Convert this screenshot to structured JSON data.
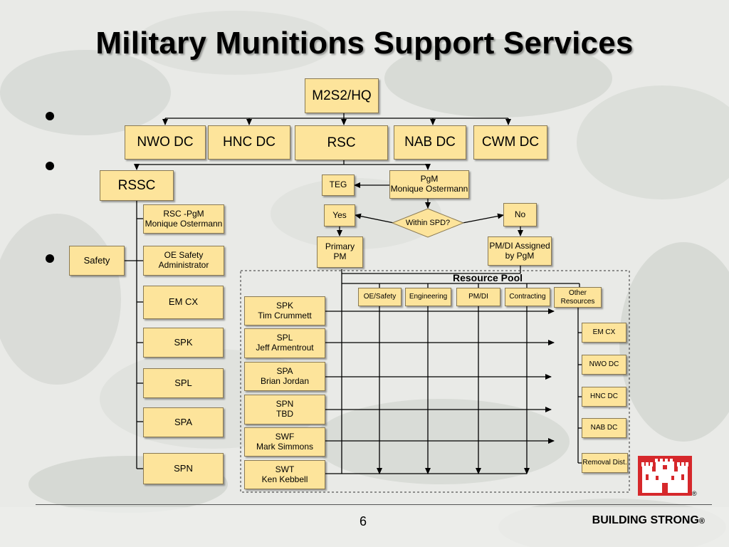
{
  "slide": {
    "title": "Military Munitions Support Services",
    "page_number": "6",
    "footer": "BUILDING STRONG",
    "footer_mark": "®",
    "logo_mark": "®"
  },
  "colors": {
    "box_fill": "#fde49b",
    "box_border": "#8a7a54",
    "logo_red": "#d6282b"
  },
  "org": {
    "hq": "M2S2/HQ",
    "top_row": [
      "NWO DC",
      "HNC DC",
      "RSC",
      "NAB DC",
      "CWM DC"
    ],
    "rssc": "RSSC",
    "rssc_children": [
      {
        "line1": "RSC -PgM",
        "line2": "Monique Ostermann"
      },
      {
        "line1": "OE Safety",
        "line2": "Administrator"
      },
      {
        "line1": "EM CX",
        "line2": ""
      },
      {
        "line1": "SPK",
        "line2": ""
      },
      {
        "line1": "SPL",
        "line2": ""
      },
      {
        "line1": "SPA",
        "line2": ""
      },
      {
        "line1": "SPN",
        "line2": ""
      }
    ],
    "safety": "Safety"
  },
  "flow": {
    "teg": "TEG",
    "pgm_line1": "PgM",
    "pgm_line2": "Monique Ostermann",
    "yes": "Yes",
    "no": "No",
    "decision": "Within SPD?",
    "primary_pm_line1": "Primary",
    "primary_pm_line2": "PM",
    "pmdi_line1": "PM/DI Assigned",
    "pmdi_line2": "by PgM"
  },
  "resource_pool": {
    "title": "Resource Pool",
    "columns": [
      "OE/Safety",
      "Engineering",
      "PM/DI",
      "Contracting"
    ],
    "other_line1": "Other",
    "other_line2": "Resources",
    "other_items": [
      "EM CX",
      "NWO DC",
      "HNC DC",
      "NAB DC",
      "Removal Dist."
    ],
    "districts": [
      {
        "code": "SPK",
        "name": "Tim Crummett"
      },
      {
        "code": "SPL",
        "name": "Jeff Armentrout"
      },
      {
        "code": "SPA",
        "name": "Brian Jordan"
      },
      {
        "code": "SPN",
        "name": "TBD"
      },
      {
        "code": "SWF",
        "name": "Mark Simmons"
      },
      {
        "code": "SWT",
        "name": "Ken Kebbell"
      }
    ]
  }
}
